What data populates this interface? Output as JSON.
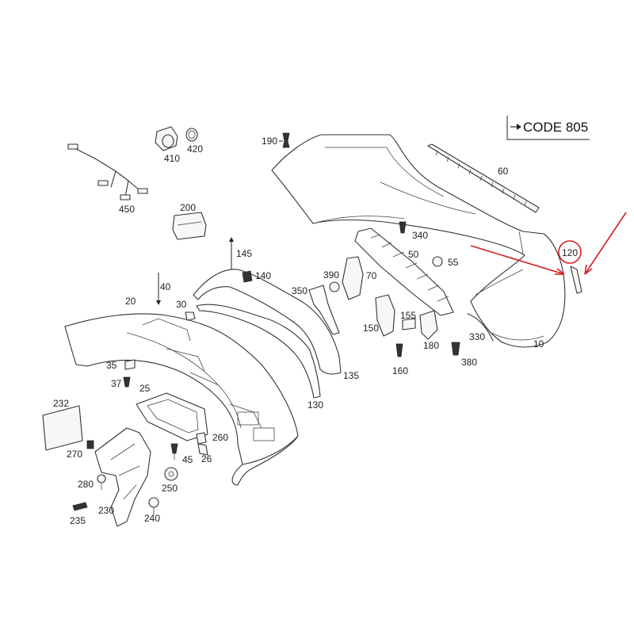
{
  "code_label": "CODE 805",
  "highlight_color": "#d41f1f",
  "callouts": {
    "c10": "10",
    "c20": "20",
    "c25": "25",
    "c26": "26",
    "c30": "30",
    "c35": "35",
    "c37": "37",
    "c40": "40",
    "c45": "45",
    "c50": "50",
    "c55": "55",
    "c60": "60",
    "c70": "70",
    "c120": "120",
    "c130": "130",
    "c135": "135",
    "c140": "140",
    "c145": "145",
    "c150": "150",
    "c155": "155",
    "c160": "160",
    "c180": "180",
    "c190": "190",
    "c200": "200",
    "c230": "230",
    "c232": "232",
    "c235": "235",
    "c240": "240",
    "c250": "250",
    "c260": "260",
    "c270": "270",
    "c280": "280",
    "c330": "330",
    "c340": "340",
    "c350": "350",
    "c380": "380",
    "c390": "390",
    "c410": "410",
    "c420": "420",
    "c450": "450"
  }
}
